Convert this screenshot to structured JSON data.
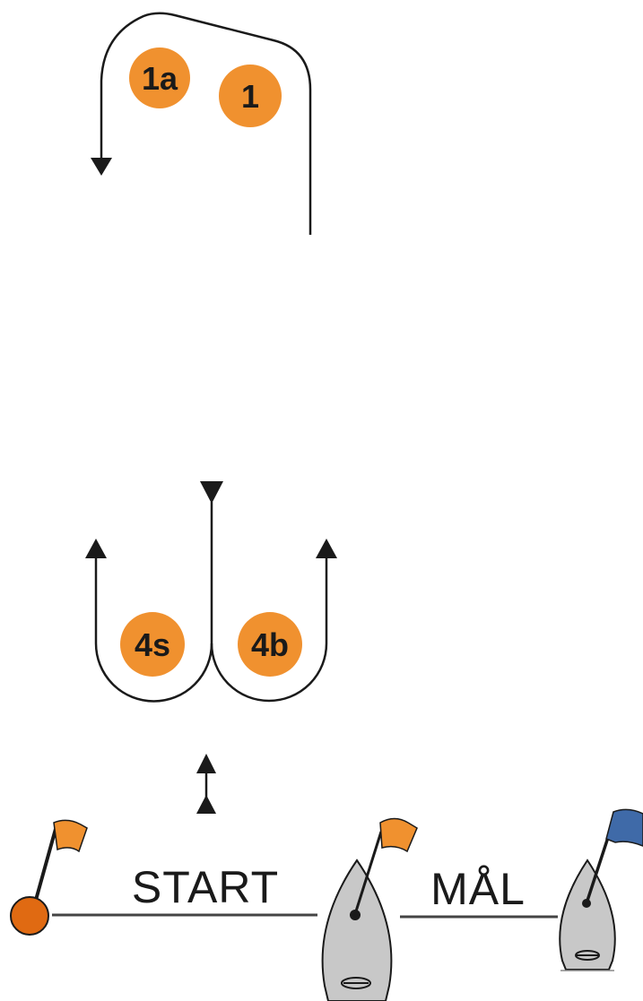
{
  "marks": [
    {
      "id": "1a",
      "label": "1a",
      "color": "#f0912f"
    },
    {
      "id": "1",
      "label": "1",
      "color": "#f0912f"
    },
    {
      "id": "4s",
      "label": "4s",
      "color": "#f0912f"
    },
    {
      "id": "4b",
      "label": "4b",
      "color": "#f0912f"
    }
  ],
  "start_line": {
    "label": "START",
    "flag_color": "#f0912f",
    "pin_buoy_color": "#e06a12"
  },
  "finish_line": {
    "label": "MÅL",
    "flag_color": "#3f6aa8"
  },
  "boat_color": "#c8c8c8",
  "line_color": "#1a1a1a"
}
